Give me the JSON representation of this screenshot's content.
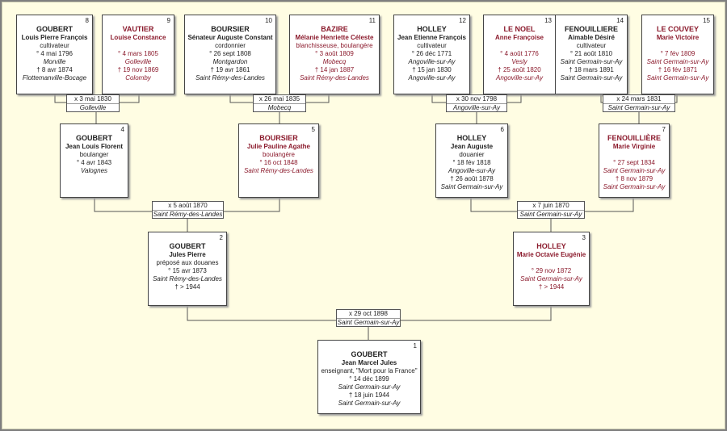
{
  "persons": {
    "p1": {
      "num": "1",
      "surname": "GOUBERT",
      "given": "Jean Marcel Jules",
      "occ": "enseignant, \"Mort pour la France\"",
      "birth": "° 14 déc 1899",
      "bplace": "Saint Germain-sur-Ay",
      "death": "† 18 juin 1944",
      "dplace": "Saint Germain-sur-Ay"
    },
    "p2": {
      "num": "2",
      "surname": "GOUBERT",
      "given": "Jules Pierre",
      "occ": "préposé aux douanes",
      "birth": "° 15 avr 1873",
      "bplace": "Saint Rémy-des-Landes",
      "death": "† > 1944",
      "dplace": ""
    },
    "p3": {
      "num": "3",
      "surname": "HOLLEY",
      "given": "Marie Octavie Eugénie",
      "occ": "",
      "birth": "° 29 nov 1872",
      "bplace": "Saint Germain-sur-Ay",
      "death": "† > 1944",
      "dplace": ""
    },
    "p4": {
      "num": "4",
      "surname": "GOUBERT",
      "given": "Jean Louis Florent",
      "occ": "boulanger",
      "birth": "° 4 avr 1843",
      "bplace": "Valognes",
      "death": "",
      "dplace": ""
    },
    "p5": {
      "num": "5",
      "surname": "BOURSIER",
      "given": "Julie Pauline Agathe",
      "occ": "boulangère",
      "birth": "° 16 oct 1848",
      "bplace": "Saint Rémy-des-Landes",
      "death": "",
      "dplace": ""
    },
    "p6": {
      "num": "6",
      "surname": "HOLLEY",
      "given": "Jean Auguste",
      "occ": "douanier",
      "birth": "° 18 fév 1818",
      "bplace": "Angoville-sur-Ay",
      "death": "† 26 août 1878",
      "dplace": "Saint Germain-sur-Ay"
    },
    "p7": {
      "num": "7",
      "surname": "FENOUILLIÈRE",
      "given": "Marie Virginie",
      "occ": "",
      "birth": "° 27 sept 1834",
      "bplace": "Saint Germain-sur-Ay",
      "death": "† 8 nov 1879",
      "dplace": "Saint Germain-sur-Ay"
    },
    "p8": {
      "num": "8",
      "surname": "GOUBERT",
      "given": "Louis Pierre François",
      "occ": "cultivateur",
      "birth": "° 4 mai 1796",
      "bplace": "Morville",
      "death": "† 8 avr 1874",
      "dplace": "Flottemanville-Bocage"
    },
    "p9": {
      "num": "9",
      "surname": "VAUTIER",
      "given": "Louise Constance",
      "occ": "",
      "birth": "° 4 mars 1805",
      "bplace": "Golleville",
      "death": "† 19 nov 1869",
      "dplace": "Colomby"
    },
    "p10": {
      "num": "10",
      "surname": "BOURSIER",
      "given": "Sénateur Auguste Constant",
      "occ": "cordonnier",
      "birth": "° 26 sept 1808",
      "bplace": "Montgardon",
      "death": "† 19 avr 1861",
      "dplace": "Saint Rémy-des-Landes"
    },
    "p11": {
      "num": "11",
      "surname": "BAZIRE",
      "given": "Mélanie Henriette Céleste",
      "occ": "blanchisseuse, boulangère",
      "birth": "° 3 août 1809",
      "bplace": "Mobecq",
      "death": "† 14 jan 1887",
      "dplace": "Saint Rémy-des-Landes"
    },
    "p12": {
      "num": "12",
      "surname": "HOLLEY",
      "given": "Jean Etienne François",
      "occ": "cultivateur",
      "birth": "° 26 déc 1771",
      "bplace": "Angoville-sur-Ay",
      "death": "† 15 jan 1830",
      "dplace": "Angoville-sur-Ay"
    },
    "p13": {
      "num": "13",
      "surname": "LE NOEL",
      "given": "Anne Françoise",
      "occ": "",
      "birth": "° 4 août 1776",
      "bplace": "Vesly",
      "death": "† 25 août 1820",
      "dplace": "Angoville-sur-Ay"
    },
    "p14": {
      "num": "14",
      "surname": "FENOUILLIERE",
      "given": "Aimable Désiré",
      "occ": "cultivateur",
      "birth": "° 21 août 1810",
      "bplace": "Saint Germain-sur-Ay",
      "death": "† 18 mars 1891",
      "dplace": "Saint Germain-sur-Ay"
    },
    "p15": {
      "num": "15",
      "surname": "LE COUVEY",
      "given": "Marie Victoire",
      "occ": "",
      "birth": "° 7 fév 1809",
      "bplace": "Saint Germain-sur-Ay",
      "death": "† 16 fév 1871",
      "dplace": "Saint Germain-sur-Ay"
    }
  },
  "marriages": {
    "m8": {
      "date": "x 3 mai 1830",
      "place": "Golleville"
    },
    "m10": {
      "date": "x 26 mai 1835",
      "place": "Mobecq"
    },
    "m12": {
      "date": "x 30 nov 1798",
      "place": "Angoville-sur-Ay"
    },
    "m14": {
      "date": "x 24 mars 1831",
      "place": "Saint Germain-sur-Ay"
    },
    "m4": {
      "date": "x 5 août 1870",
      "place": "Saint Rémy-des-Landes"
    },
    "m6": {
      "date": "x 7 juin 1870",
      "place": "Saint Germain-sur-Ay"
    },
    "m2": {
      "date": "x 29 oct 1898",
      "place": "Saint Germain-sur-Ay"
    }
  },
  "colors": {
    "female": "#8b1a2c",
    "background": "#fffde3",
    "line": "#555555"
  }
}
